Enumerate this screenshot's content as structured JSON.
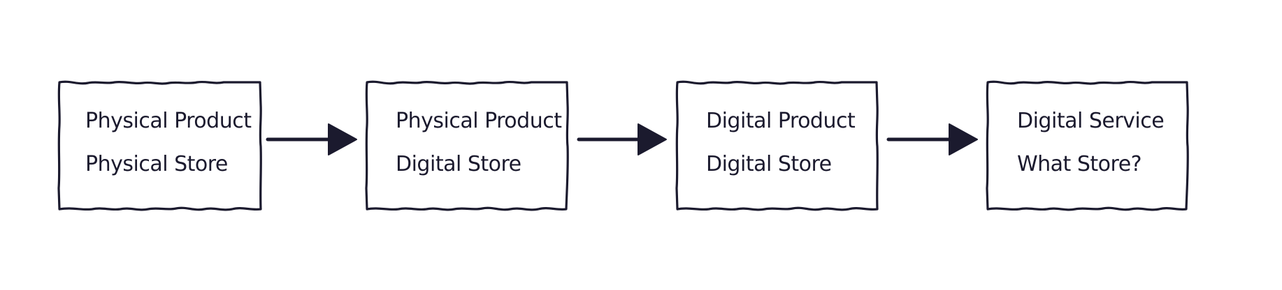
{
  "diagram": {
    "type": "flow",
    "stroke_color": "#1b1a2e",
    "background": "#ffffff",
    "steps": [
      {
        "line1": "Physical Product",
        "line2": "Physical Store"
      },
      {
        "line1": "Physical Product",
        "line2": "Digital Store"
      },
      {
        "line1": "Digital Product",
        "line2": "Digital Store"
      },
      {
        "line1": "Digital Service",
        "line2": "What Store?"
      }
    ],
    "connectors": [
      {
        "from": 0,
        "to": 1,
        "shape": "arrow"
      },
      {
        "from": 1,
        "to": 2,
        "shape": "arrow"
      },
      {
        "from": 2,
        "to": 3,
        "shape": "arrow"
      }
    ]
  }
}
